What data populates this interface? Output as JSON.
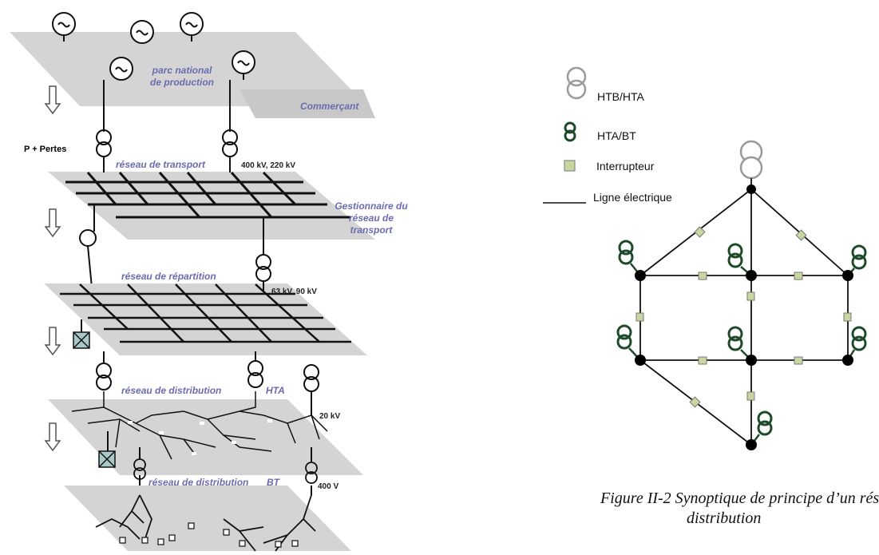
{
  "left_diagram": {
    "planes": {
      "production": "parc national\nde production",
      "commercant": "Commerçant",
      "transport": "réseau de transport",
      "gestionnaire": "Gestionnaire du\nréseau de\ntransport",
      "repartition": "réseau de répartition",
      "distribution_hta": "réseau de distribution",
      "hta": "HTA",
      "distribution_bt": "réseau de distribution",
      "bt": "BT"
    },
    "flow_label": "P + Pertes",
    "voltages": {
      "transport": "400 kV, 220 kV",
      "repartition": "63 kV,  90 kV",
      "hta": "20 kV",
      "bt": "400 V"
    }
  },
  "legend": {
    "htb_hta": "HTB/HTA",
    "hta_bt": "HTA/BT",
    "interrupteur": "Interrupteur",
    "ligne": "Ligne électrique"
  },
  "caption": {
    "line1": "Figure II-2 Synoptique de principe d’un rés",
    "line2": "distribution"
  },
  "colors": {
    "plane": "#d4d4d4",
    "plane_label": "#6b6bb0",
    "transformer_dark": "#1f4a2a",
    "transformer_light": "#9a9a9a",
    "switch": "#c8d6a0"
  }
}
